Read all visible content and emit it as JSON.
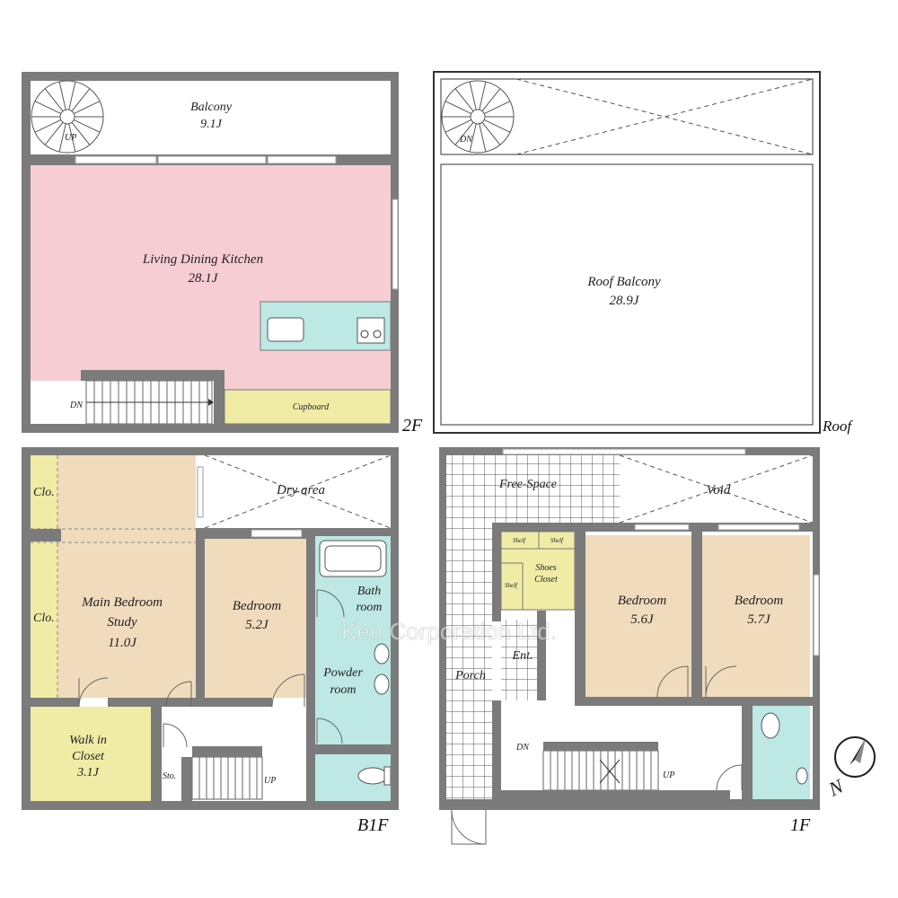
{
  "floors": {
    "f2": {
      "tag": "2F",
      "balcony": {
        "name": "Balcony",
        "size": "9.1J"
      },
      "ldk": {
        "name": "Living Dining Kitchen",
        "size": "28.1J"
      },
      "cupboard": "Cupboard",
      "stair_up": "UP",
      "stair_dn": "DN"
    },
    "roof": {
      "tag": "Roof",
      "roof_balcony": {
        "name": "Roof Balcony",
        "size": "28.9J"
      },
      "stair_dn": "DN"
    },
    "b1": {
      "tag": "B1F",
      "clo_top": "Clo.",
      "clo_mid": "Clo.",
      "dry_area": "Dry area",
      "main_bedroom": {
        "line1": "Main Bedroom",
        "line2": "Study",
        "size": "11.0J"
      },
      "bedroom": {
        "name": "Bedroom",
        "size": "5.2J"
      },
      "bath": {
        "line1": "Bath",
        "line2": "room"
      },
      "powder": {
        "line1": "Powder",
        "line2": "room"
      },
      "walk_in": {
        "line1": "Walk in",
        "line2": "Closet",
        "size": "3.1J"
      },
      "sto": "Sto.",
      "stair_up": "UP"
    },
    "f1": {
      "tag": "1F",
      "free_space": "Free-Space",
      "void": "Void",
      "shoes": {
        "line1": "Shoes",
        "line2": "Closet"
      },
      "shelf": "Shelf",
      "bedroom_a": {
        "name": "Bedroom",
        "size": "5.6J"
      },
      "bedroom_b": {
        "name": "Bedroom",
        "size": "5.7J"
      },
      "ent": "Ent.",
      "porch": "Porch",
      "stair_dn": "DN",
      "stair_up": "UP"
    }
  },
  "compass": {
    "label": "N"
  },
  "watermark": "Ken Corporation Ltd.",
  "colors": {
    "ldk": "#f6cdd3",
    "wood": "#f0dcbc",
    "closet": "#f0eca6",
    "wet": "#bde8e4",
    "wall": "#7b7b7b"
  }
}
